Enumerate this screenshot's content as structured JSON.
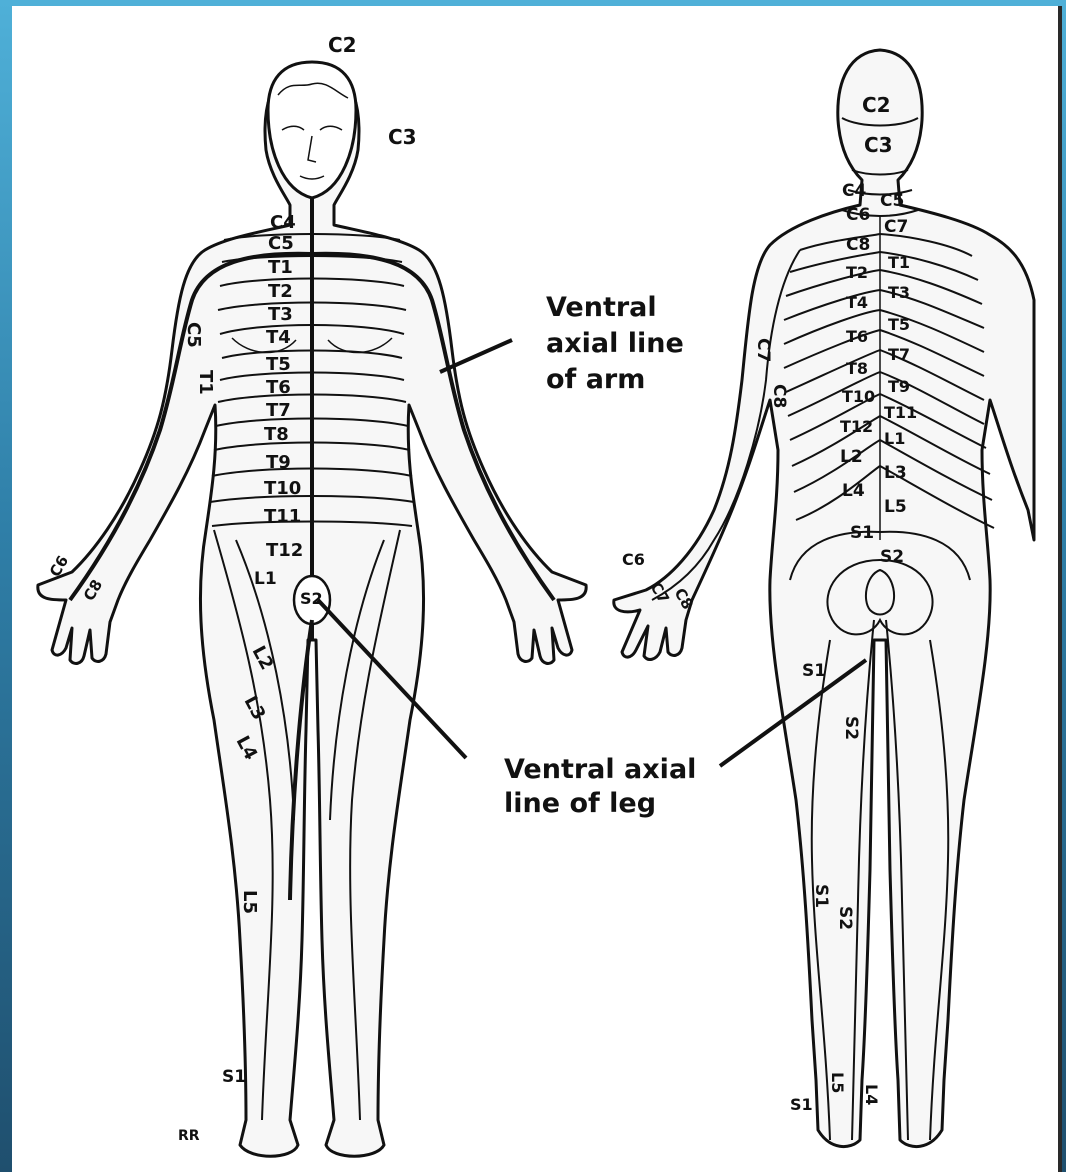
{
  "colors": {
    "background_top": "#4fb0d8",
    "background_bottom": "#1f4f6e",
    "paper": "#ffffff",
    "ink": "#111111"
  },
  "front": {
    "labels": {
      "c2": "C2",
      "c3": "C3",
      "c4": "C4",
      "c5": "C5",
      "t1": "T1",
      "t2": "T2",
      "t3": "T3",
      "t4": "T4",
      "t5": "T5",
      "t6": "T6",
      "t7": "T7",
      "t8": "T8",
      "t9": "T9",
      "t10": "T10",
      "t11": "T11",
      "t12": "T12",
      "l1": "L1",
      "l2": "L2",
      "l3": "L3",
      "l4": "L4",
      "l5": "L5",
      "s1": "S1",
      "s2": "S2",
      "arm_c5": "C5",
      "arm_t1": "T1",
      "hand_c6": "C6",
      "hand_c8": "C8"
    }
  },
  "back": {
    "labels": {
      "c2": "C2",
      "c3": "C3",
      "c4": "C4",
      "c5": "C5",
      "c6": "C6",
      "c7": "C7",
      "c8": "C8",
      "t1": "T1",
      "t2": "T2",
      "t3": "T3",
      "t4": "T4",
      "t5": "T5",
      "t6": "T6",
      "t7": "T7",
      "t8": "T8",
      "t9": "T9",
      "t10": "T10",
      "t11": "T11",
      "t12": "T12",
      "l1": "L1",
      "l2": "L2",
      "l3": "L3",
      "l4": "L4",
      "l5": "L5",
      "s1": "S1",
      "s2": "S2",
      "arm_c7": "C7",
      "arm_c8": "C8",
      "hand_c6": "C6",
      "hand_c7": "C7",
      "hand_c8": "C8",
      "leg_s1": "S1",
      "leg_s2": "S2",
      "leg_s1b": "S1",
      "leg_s2b": "S2",
      "foot_s1": "S1",
      "foot_l5": "L5",
      "foot_l4": "L4"
    }
  },
  "captions": {
    "arm_line1": "Ventral",
    "arm_line2": "axial line",
    "arm_line3": "of arm",
    "leg_line1": "Ventral axial",
    "leg_line2": "line of leg"
  },
  "signature": "RR"
}
